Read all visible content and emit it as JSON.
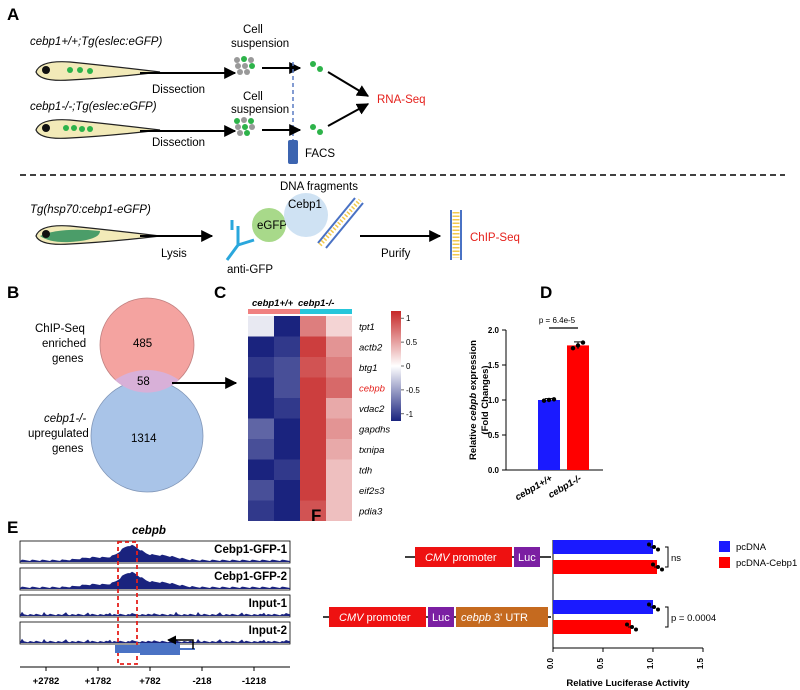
{
  "panel_labels": {
    "a": "A",
    "b": "B",
    "c": "C",
    "d": "D",
    "e": "E",
    "f": "F"
  },
  "panelA": {
    "genotype_wt": "cebp1+/+;Tg(eslec:eGFP)",
    "genotype_ko": "cebp1-/-;Tg(eslec:eGFP)",
    "dissection": "Dissection",
    "cell": "Cell",
    "suspension": "suspension",
    "facs": "FACS",
    "rnaseq": "RNA-Seq",
    "transgenic": "Tg(hsp70:cebp1-eGFP)",
    "lysis": "Lysis",
    "egfp": "eGFP",
    "cebp1": "Cebp1",
    "anti_gfp": "anti-GFP",
    "dna_fragments": "DNA fragments",
    "purify": "Purify",
    "chipseq": "ChIP-Seq"
  },
  "panelB": {
    "chip_l1": "ChIP-Seq",
    "chip_l2": "enriched",
    "chip_l3": "genes",
    "up_l1": "cebp1-/-",
    "up_l2": "upregulated",
    "up_l3": "genes",
    "chip_only": "485",
    "overlap": "58",
    "up_only": "1314"
  },
  "panelC": {
    "group_wt": "cebp1+/+",
    "group_ko": "cebp1-/-",
    "genes": [
      "tpt1",
      "actb2",
      "btg1",
      "cebpb",
      "vdac2",
      "gapdhs",
      "txnipa",
      "tdh",
      "eif2s3",
      "pdia3"
    ],
    "highlight_gene": "cebpb",
    "values": [
      [
        -0.1,
        -1.1,
        0.6,
        0.2
      ],
      [
        -1.0,
        -0.9,
        0.9,
        0.5
      ],
      [
        -0.9,
        -0.8,
        0.8,
        0.6
      ],
      [
        -1.0,
        -0.8,
        0.9,
        0.7
      ],
      [
        -1.0,
        -0.9,
        0.9,
        0.4
      ],
      [
        -0.7,
        -1.0,
        0.9,
        0.5
      ],
      [
        -0.8,
        -1.0,
        0.9,
        0.4
      ],
      [
        -1.0,
        -0.9,
        0.9,
        0.3
      ],
      [
        -0.8,
        -1.1,
        0.9,
        0.3
      ],
      [
        -0.9,
        -1.0,
        0.8,
        0.3
      ]
    ],
    "scale_ticks": [
      "1",
      "0.5",
      "0",
      "-0.5",
      "-1"
    ],
    "colors": {
      "low": "#1a237e",
      "mid": "#ffffff",
      "high": "#c62828",
      "wt_bar": "#f08080",
      "ko_bar": "#26c6da"
    }
  },
  "chart_data": [
    {
      "type": "bar",
      "panel": "D",
      "categories": [
        "cebp1+/+",
        "cebp1-/-"
      ],
      "values": [
        1.0,
        1.78
      ],
      "errors": [
        0.02,
        0.05
      ],
      "ylabel": "Relative cebpb expression (Fold Changes)",
      "ylim": [
        0,
        2.0
      ],
      "yticks": [
        "0.0",
        "0.5",
        "1.0",
        "1.5",
        "2.0"
      ],
      "annotation": "p = 6.4e-5",
      "colors": [
        "#1a1aff",
        "#ff0000"
      ]
    },
    {
      "type": "bar",
      "panel": "F",
      "orientation": "horizontal",
      "categories": [
        "CMV-Luc",
        "CMV-Luc-cebpb 3' UTR"
      ],
      "series": [
        {
          "name": "pcDNA",
          "values": [
            1.0,
            1.0
          ],
          "color": "#1a1aff"
        },
        {
          "name": "pcDNA-Cebp1",
          "values": [
            1.04,
            0.78
          ],
          "color": "#ff0000"
        }
      ],
      "xlabel": "Relative Luciferase Activity",
      "xlim": [
        0,
        1.5
      ],
      "xticks": [
        "0.0",
        "0.5",
        "1.0",
        "1.5"
      ],
      "annotations": [
        "ns",
        "p = 0.0004"
      ]
    }
  ],
  "panelE": {
    "gene": "cebpb",
    "tracks": [
      "Cebp1-GFP-1",
      "Cebp1-GFP-2",
      "Input-1",
      "Input-2"
    ],
    "axis_ticks": [
      "+2782",
      "+1782",
      "+782",
      "-218",
      "-1218"
    ]
  },
  "panelF": {
    "cmv": "CMV",
    "promoter": " promoter",
    "luc": "Luc",
    "utr_gene": "cebpb",
    "utr_suffix": " 3' UTR",
    "legend": [
      "pcDNA",
      "pcDNA-Cebp1"
    ]
  }
}
